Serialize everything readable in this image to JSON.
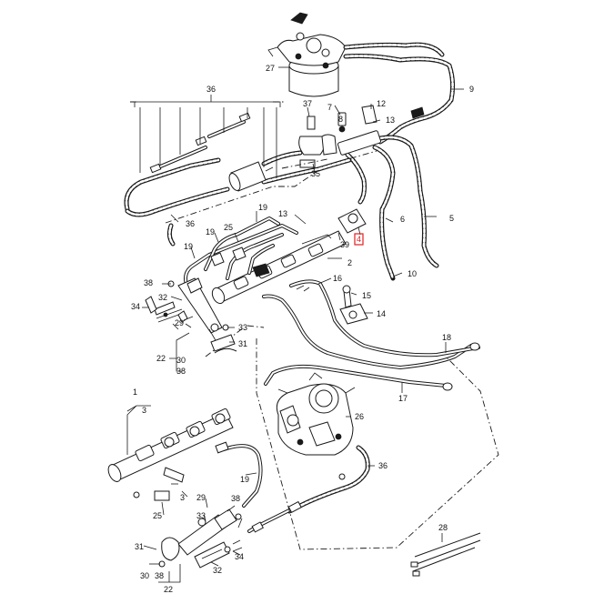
{
  "diagram": {
    "highlight_color": "#e02020",
    "line_color": "#1a1a1a",
    "callouts": {
      "c1": "1",
      "c2": "2",
      "c3a": "3",
      "c3b": "3",
      "c4": "4",
      "c5": "5",
      "c6": "6",
      "c7": "7",
      "c8": "8",
      "c9": "9",
      "c10": "10",
      "c12": "12",
      "c13a": "13",
      "c13b": "13",
      "c14": "14",
      "c15": "15",
      "c16": "16",
      "c17": "17",
      "c18": "18",
      "c19a": "19",
      "c19b": "19",
      "c19c": "19",
      "c19d": "19",
      "c22a": "22",
      "c22b": "22",
      "c25a": "25",
      "c25b": "25",
      "c26": "26",
      "c27": "27",
      "c28": "28",
      "c29a": "29",
      "c29b": "29",
      "c30a": "30",
      "c30b": "30",
      "c31a": "31",
      "c31b": "31",
      "c32a": "32",
      "c32b": "32",
      "c33a": "33",
      "c33b": "33",
      "c34a": "34",
      "c34b": "34",
      "c35": "35",
      "c36a": "36",
      "c36b": "36",
      "c36c": "36",
      "c37": "37",
      "c38a": "38",
      "c38b": "38",
      "c38c": "38",
      "c38d": "38",
      "c39": "39"
    }
  }
}
